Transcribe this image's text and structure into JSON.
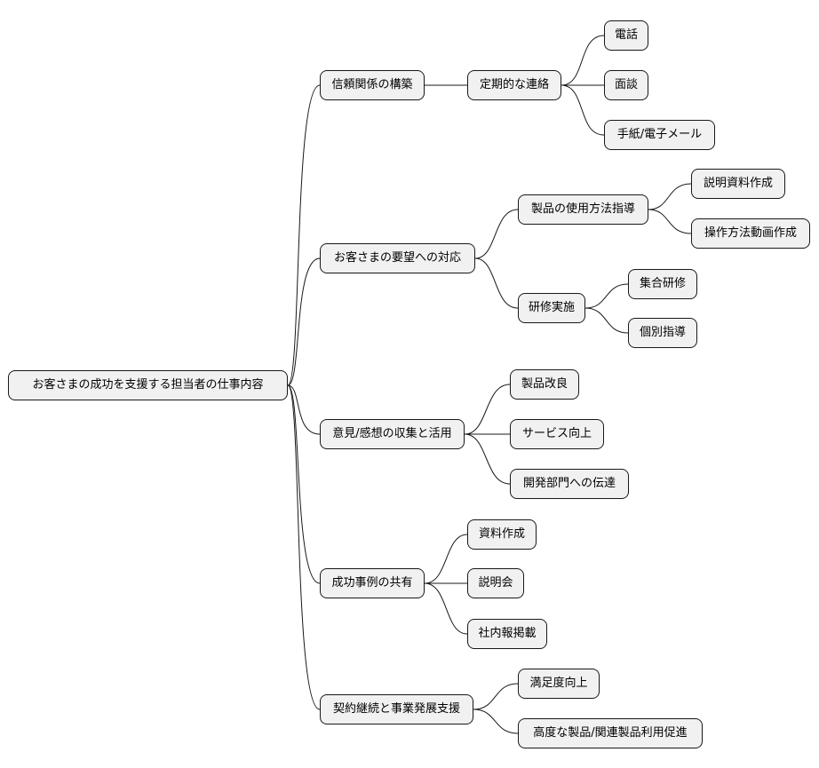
{
  "mindmap": {
    "root": {
      "label": "お客さまの成功を支援する担当者の仕事内容"
    },
    "branches": [
      {
        "label": "信頼関係の構築",
        "children": [
          {
            "label": "定期的な連絡",
            "children": [
              {
                "label": "電話"
              },
              {
                "label": "面談"
              },
              {
                "label": "手紙/電子メール"
              }
            ]
          }
        ]
      },
      {
        "label": "お客さまの要望への対応",
        "children": [
          {
            "label": "製品の使用方法指導",
            "children": [
              {
                "label": "説明資料作成"
              },
              {
                "label": "操作方法動画作成"
              }
            ]
          },
          {
            "label": "研修実施",
            "children": [
              {
                "label": "集合研修"
              },
              {
                "label": "個別指導"
              }
            ]
          }
        ]
      },
      {
        "label": "意見/感想の収集と活用",
        "children": [
          {
            "label": "製品改良"
          },
          {
            "label": "サービス向上"
          },
          {
            "label": "開発部門への伝達"
          }
        ]
      },
      {
        "label": "成功事例の共有",
        "children": [
          {
            "label": "資料作成"
          },
          {
            "label": "説明会"
          },
          {
            "label": "社内報掲載"
          }
        ]
      },
      {
        "label": "契約継続と事業発展支援",
        "children": [
          {
            "label": "満足度向上"
          },
          {
            "label": "高度な製品/関連製品利用促進"
          }
        ]
      }
    ]
  }
}
